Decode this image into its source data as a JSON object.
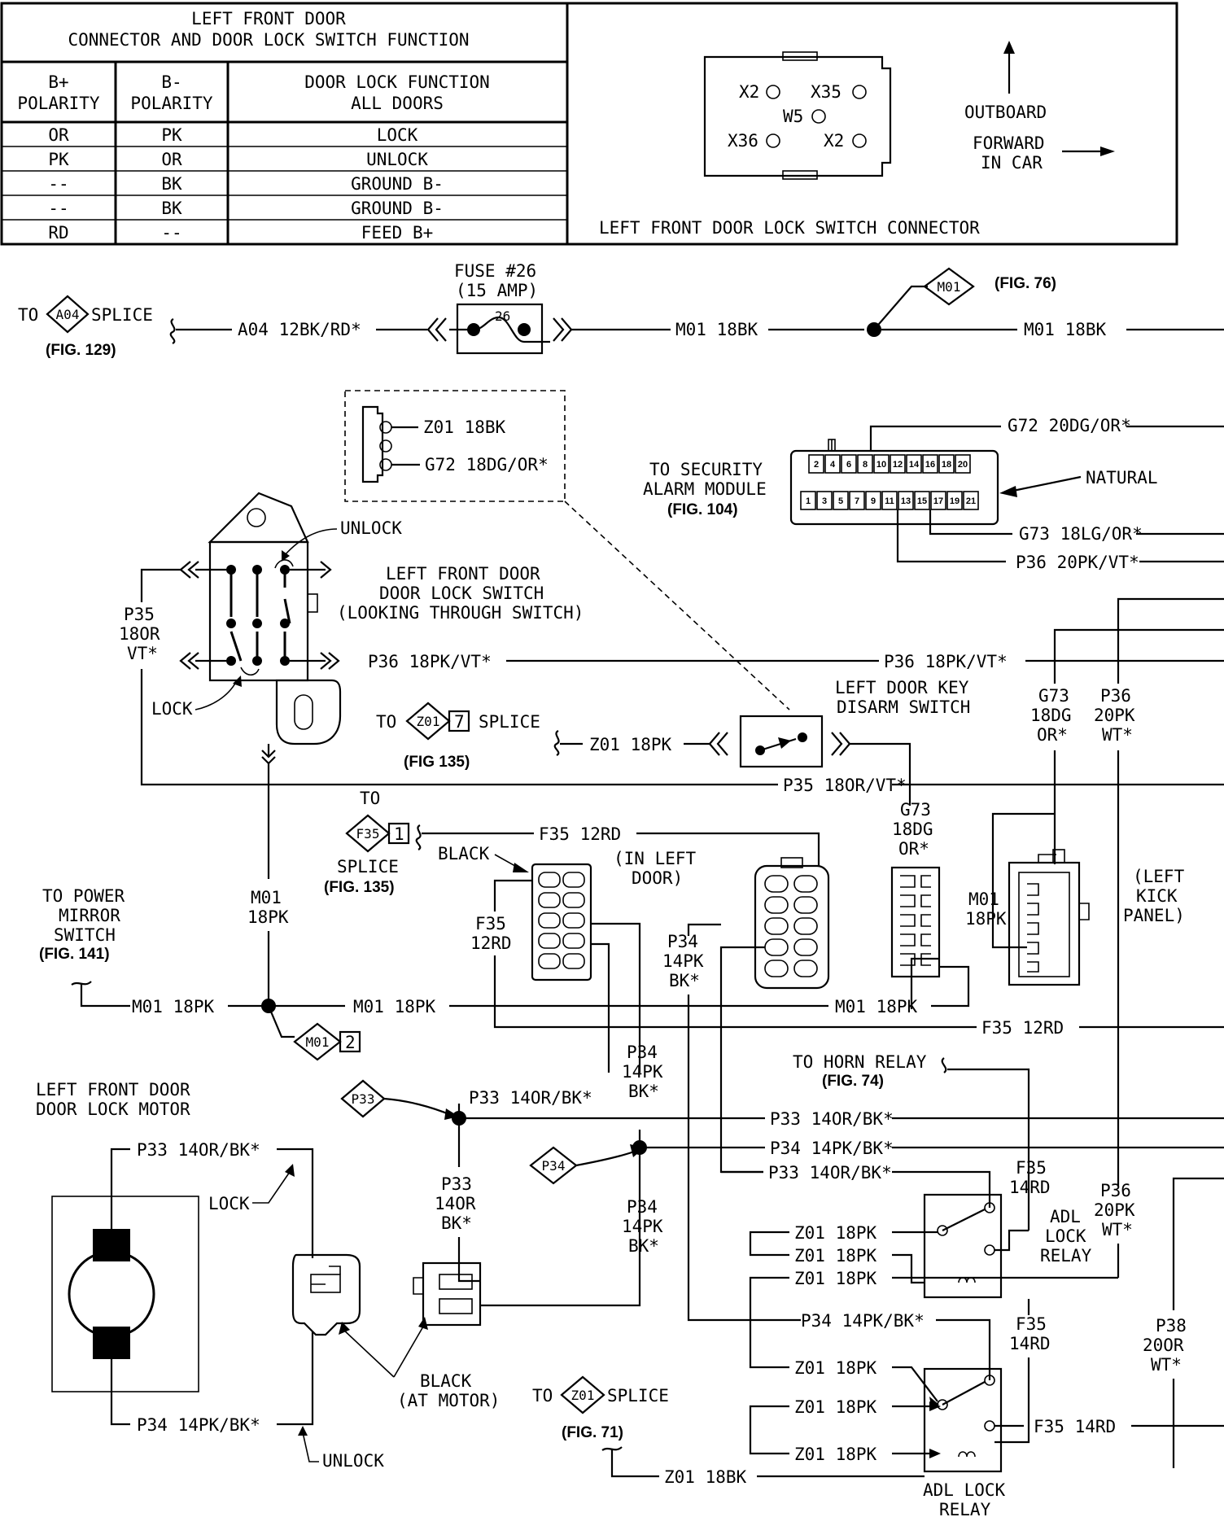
{
  "table": {
    "title": [
      "LEFT FRONT DOOR",
      "CONNECTOR AND DOOR LOCK SWITCH FUNCTION"
    ],
    "headers": [
      [
        "B+",
        "POLARITY"
      ],
      [
        "B-",
        "POLARITY"
      ],
      [
        "DOOR LOCK FUNCTION",
        "ALL DOORS"
      ]
    ],
    "rows": [
      [
        "OR",
        "PK",
        "LOCK"
      ],
      [
        "PK",
        "OR",
        "UNLOCK"
      ],
      [
        "--",
        "BK",
        "GROUND B-"
      ],
      [
        "--",
        "BK",
        "GROUND B-"
      ],
      [
        "RD",
        "--",
        "FEED B+"
      ]
    ]
  },
  "connector_view": {
    "pins": [
      "X2",
      "X35",
      "W5",
      "X36",
      "X2"
    ],
    "outboard": "OUTBOARD",
    "forward": [
      "FORWARD",
      "IN CAR"
    ],
    "caption": "LEFT FRONT DOOR LOCK SWITCH CONNECTOR"
  },
  "top": {
    "to": "TO",
    "a04_tag": "A04",
    "splice": "SPLICE",
    "fig129": "(FIG. 129)",
    "wire_a04": "A04 12BK/RD*",
    "fuse": [
      "FUSE #26",
      "(15 AMP)"
    ],
    "fuse_no": "26",
    "wire_m01_a": "M01 18BK",
    "m01_tag": "M01",
    "fig76": "(FIG. 76)",
    "wire_m01_b": "M01 18BK"
  },
  "switch": {
    "z01": "Z01 18BK",
    "g72": "G72 18DG/OR*",
    "unlock": "UNLOCK",
    "lock": "LOCK",
    "title": [
      "LEFT FRONT DOOR",
      "DOOR LOCK SWITCH",
      "(LOOKING THROUGH SWITCH)"
    ],
    "p35_left": [
      "P35",
      "18OR",
      "VT*"
    ],
    "p36_out": "P36 18PK/VT*",
    "p36_right": "P36 18PK/VT*"
  },
  "alarm": {
    "g72": "G72 20DG/OR*",
    "label": [
      "TO SECURITY",
      "ALARM MODULE"
    ],
    "fig": "(FIG. 104)",
    "natural": "NATURAL",
    "top_pins": [
      "2",
      "4",
      "6",
      "8",
      "10",
      "12",
      "14",
      "16",
      "18",
      "20"
    ],
    "bottom_pins": [
      "1",
      "3",
      "5",
      "7",
      "9",
      "11",
      "13",
      "15",
      "17",
      "19",
      "21"
    ],
    "g73": "G73 18LG/OR*",
    "p36": "P36 20PK/VT*"
  },
  "disarm": {
    "to": "TO",
    "z01_tag": "Z01",
    "z01_num": "7",
    "splice": "SPLICE",
    "fig": "(FIG 135)",
    "z01": "Z01 18PK",
    "title": [
      "LEFT DOOR KEY",
      "DISARM SWITCH"
    ],
    "p35": "P35 18OR/VT*",
    "g73": [
      "G73",
      "18DG",
      "OR*"
    ],
    "g73_right": [
      "G73",
      "18DG",
      "OR*"
    ],
    "p36_right": [
      "P36",
      "20PK",
      "WT*"
    ]
  },
  "door_conn": {
    "to": "TO",
    "f35_tag": "F35",
    "f35_num": "1",
    "splice": "SPLICE",
    "fig": "(FIG. 135)",
    "f35": "F35 12RD",
    "black": "BLACK",
    "in_left_door": [
      "(IN LEFT",
      "DOOR)"
    ],
    "f35_side": [
      "F35",
      "12RD"
    ],
    "p34_side": [
      "P34",
      "14PK",
      "BK*"
    ],
    "m01_left": [
      "M01",
      "18PK"
    ],
    "m01_right": [
      "M01",
      "18PK"
    ],
    "kick": [
      "(LEFT",
      "KICK",
      "PANEL)"
    ]
  },
  "mirror": {
    "label": [
      "TO POWER",
      "MIRROR",
      "SWITCH"
    ],
    "fig": "(FIG. 141)",
    "m01_a": "M01 18PK",
    "m01_b": "M01 18PK",
    "m01_c": "M01 18PK",
    "m01_tag": "M01",
    "m01_num": "2",
    "f35": "F35 12RD"
  },
  "motor": {
    "title": [
      "LEFT FRONT DOOR",
      "DOOR LOCK MOTOR"
    ],
    "p33": "P33 14OR/BK*",
    "p34": "P34 14PK/BK*",
    "lock": "LOCK",
    "unlock": "UNLOCK",
    "black": [
      "BLACK",
      "(AT MOTOR)"
    ],
    "p33_tag": "P33",
    "p34_tag": "P34",
    "p33_wire": "P33 14OR/BK*",
    "p34_vert": [
      "P34",
      "14PK",
      "BK*"
    ],
    "p33_vert": [
      "P33",
      "14OR",
      "BK*"
    ],
    "p34_vert2": [
      "P34",
      "14PK",
      "BK*"
    ]
  },
  "relays": {
    "horn": "TO HORN RELAY",
    "horn_fig": "(FIG. 74)",
    "p33_r": "P33 14OR/BK*",
    "p34_r": "P34 14PK/BK*",
    "p33_r2": "P33 14OR/BK*",
    "f35_a": [
      "F35",
      "14RD"
    ],
    "z01_1": "Z01 18PK",
    "z01_2": "Z01 18PK",
    "z01_3": "Z01 18PK",
    "adl": [
      "ADL",
      "LOCK",
      "RELAY"
    ],
    "p36": [
      "P36",
      "20PK",
      "WT*"
    ],
    "p34_r3": "P34 14PK/BK*",
    "f35_b": [
      "F35",
      "14RD"
    ],
    "p38": [
      "P38",
      "20OR",
      "WT*"
    ],
    "z01_4": "Z01 18PK",
    "z01_5": "Z01 18PK",
    "z01_6": "Z01 18PK",
    "f35_c": "F35 14RD",
    "adl2": [
      "ADL LOCK",
      "RELAY"
    ],
    "to": "TO",
    "z01_tag": "Z01",
    "splice": "SPLICE",
    "fig71": "(FIG. 71)",
    "z01_bk": "Z01 18BK"
  }
}
